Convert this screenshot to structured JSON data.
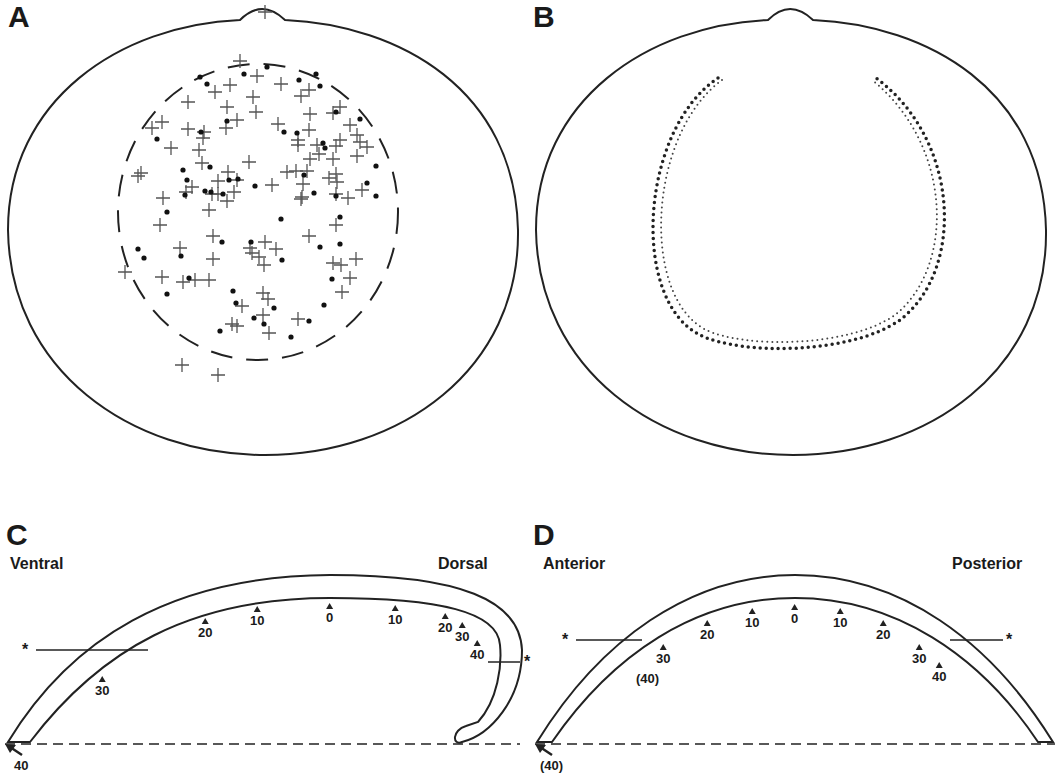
{
  "diagram": {
    "labels": [
      "A",
      "B",
      "C",
      "D",
      "Ventral",
      "Dorsal",
      "Anterior",
      "Posterior",
      "*",
      "30",
      "20",
      "10",
      "0",
      "10",
      "20",
      "30",
      "40",
      "*",
      "40",
      "*",
      "30",
      "(40)",
      "20",
      "10",
      "0",
      "10",
      "20",
      "30",
      "40",
      "*",
      "(40)"
    ]
  }
}
